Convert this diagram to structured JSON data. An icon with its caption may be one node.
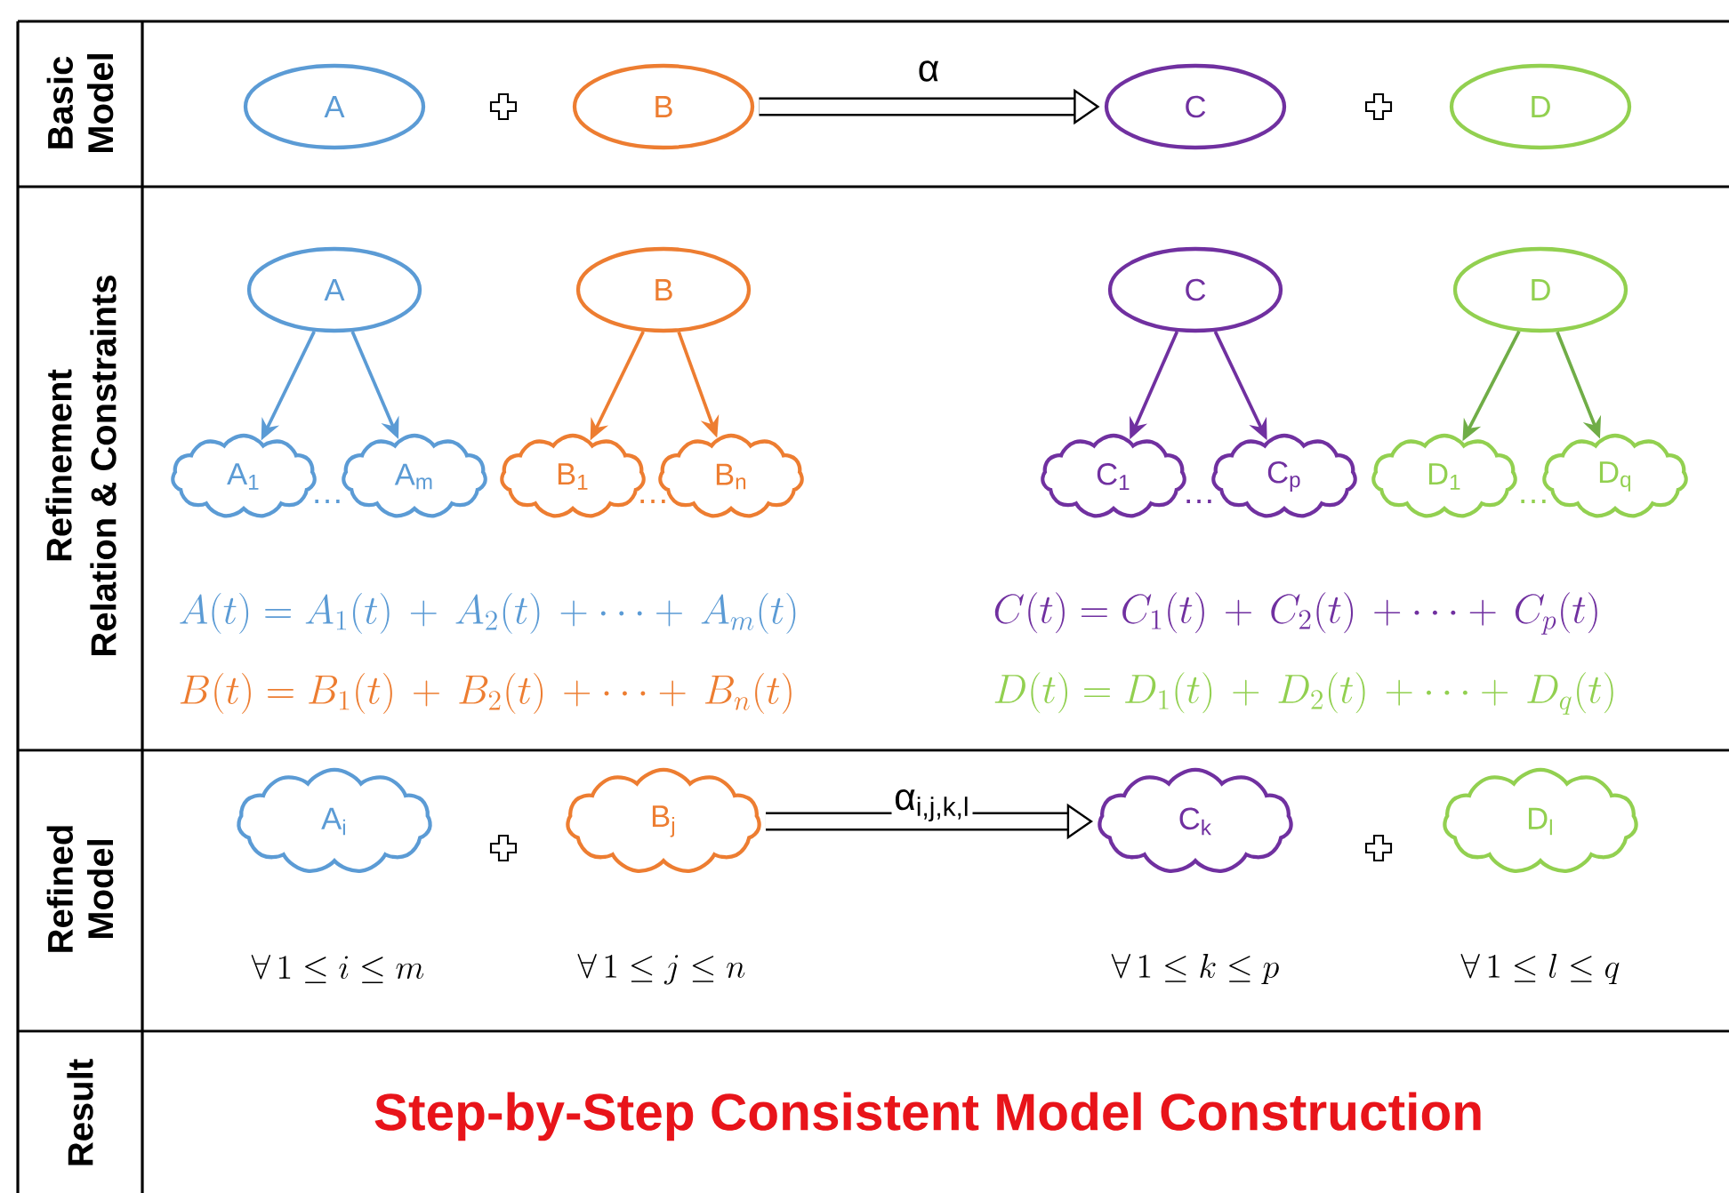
{
  "diagram": {
    "nodes": [
      {
        "text": [
          "A"
        ]
      },
      {
        "text": [
          "B"
        ]
      },
      {
        "text": [
          "C"
        ]
      },
      {
        "text": [
          "D"
        ]
      },
      {
        "text": [
          "A"
        ]
      },
      {
        "text": [
          "B"
        ]
      },
      {
        "text": [
          "C"
        ]
      },
      {
        "text": [
          "D"
        ]
      },
      {
        "text": [
          "A$_{1}$"
        ]
      },
      {
        "text": [
          "A$_{m}$"
        ]
      },
      {
        "text": [
          "B$_{1}$"
        ]
      },
      {
        "text": [
          "B$_{n}$"
        ]
      },
      {
        "text": [
          "C$_{1}$"
        ]
      },
      {
        "text": [
          "C$_{p}$"
        ]
      },
      {
        "text": [
          "D$_{1}$"
        ]
      },
      {
        "text": [
          "D$_{q}$"
        ]
      },
      {
        "text": [
          "A$_{i}$"
        ]
      },
      {
        "text": [
          "B$_{j}$"
        ]
      },
      {
        "text": [
          "C$_{k}$"
        ]
      },
      {
        "text": [
          "D$_{l}$"
        ]
      }
    ],
    "edges": [
      {
        "from": 1,
        "to": 2,
        "arrow": "to",
        "label": "α",
        "style": "thick"
      },
      {
        "from": 4,
        "to": 8,
        "arrow": "to",
        "color": "#5b9bd5"
      },
      {
        "from": 4,
        "to": 9,
        "arrow": "to",
        "color": "#5b9bd5"
      },
      {
        "from": 5,
        "to": 10,
        "arrow": "to",
        "color": "#ed7d31"
      },
      {
        "from": 5,
        "to": 11,
        "arrow": "to",
        "color": "#ed7d31"
      },
      {
        "from": 6,
        "to": 12,
        "arrow": "to",
        "color": "#7030a0"
      },
      {
        "from": 6,
        "to": 13,
        "arrow": "to",
        "color": "#7030a0"
      },
      {
        "from": 7,
        "to": 14,
        "arrow": "to",
        "color": "#70ad47"
      },
      {
        "from": 7,
        "to": 15,
        "arrow": "to",
        "color": "#70ad47"
      },
      {
        "from": 17,
        "to": 18,
        "arrow": "to",
        "label": "α$_{i,j,k,l}$",
        "style": "thick"
      }
    ],
    "labels": [
      "Basic Model",
      "Refinement",
      "Relation & Constraints",
      "…",
      "…",
      "…",
      "…",
      "A(t) = A_1(t) \\,+\\, A_2(t) \\,+\\cdots+\\, A_m(t)",
      "C(t) = C_1(t) \\,+\\, C_2(t) \\,+\\cdots+\\, C_p(t)",
      "B(t) = B_1(t) \\,+\\, B_2(t) \\,+\\cdots+\\, B_n(t)",
      "D(t) = D_1(t) \\,+\\, D_2(t) \\,+\\cdots+\\, D_q(t)",
      "Refined Model",
      "\\forall\\, 1 \\le i \\le m",
      "\\forall\\, 1 \\le j \\le n",
      "\\forall\\, 1 \\le k \\le p",
      "\\forall\\, 1 \\le l \\le q",
      "Result",
      "Step-by-Step Consistent Model Construction"
    ]
  }
}
